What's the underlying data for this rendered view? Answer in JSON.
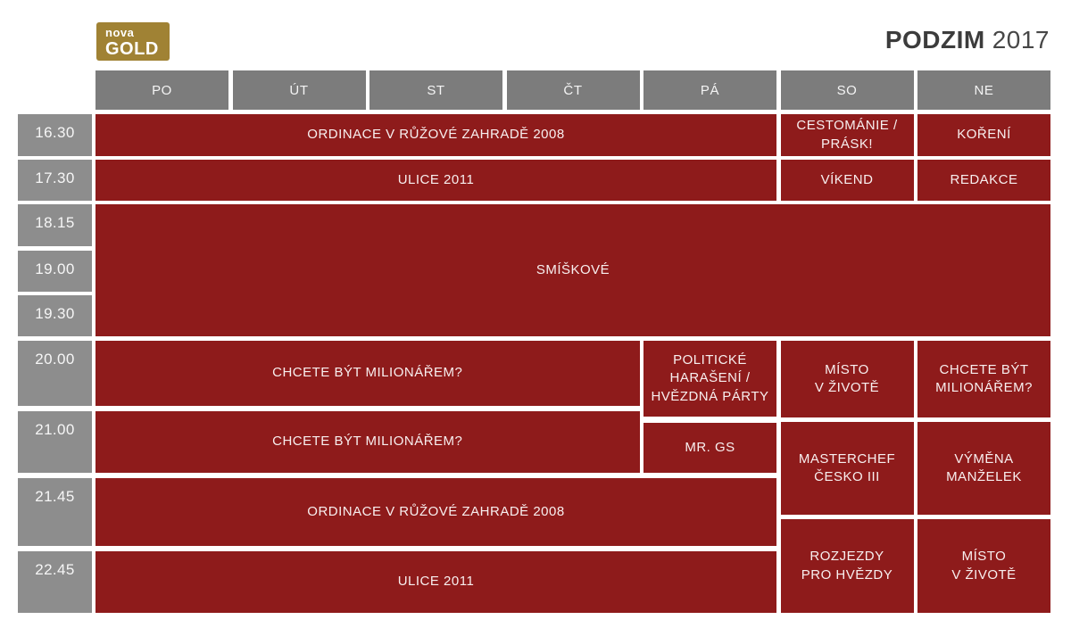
{
  "brand": {
    "logo_line1": "nova",
    "logo_line2": "GOLD"
  },
  "title": {
    "season": "PODZIM",
    "year": "2017"
  },
  "colors": {
    "cell_red": "#8e1b1b",
    "day_gray": "#7c7c7c",
    "time_gray": "#8d8d8d",
    "logo_gold": "#a08234",
    "title_dark": "#3c3c3c"
  },
  "days": [
    "PO",
    "ÚT",
    "ST",
    "ČT",
    "PÁ",
    "SO",
    "NE"
  ],
  "times": [
    "16.30",
    "17.30",
    "18.15",
    "19.00",
    "19.30",
    "20.00",
    "21.00",
    "21.45",
    "22.45"
  ],
  "programs": [
    {
      "time": "16.30",
      "days": "PO–PÁ",
      "title": "ORDINACE V RŮŽOVÉ ZAHRADĚ 2008",
      "col": 0,
      "span": 5,
      "band": "r1630"
    },
    {
      "time": "16.30",
      "days": "SO",
      "title": "CESTOMÁNIE /\nPRÁSK!",
      "col": 5,
      "span": 1,
      "band": "r1630"
    },
    {
      "time": "16.30",
      "days": "NE",
      "title": "KOŘENÍ",
      "col": 6,
      "span": 1,
      "band": "r1630"
    },
    {
      "time": "17.30",
      "days": "PO–PÁ",
      "title": "ULICE 2011",
      "col": 0,
      "span": 5,
      "band": "r1730"
    },
    {
      "time": "17.30",
      "days": "SO",
      "title": "VÍKEND",
      "col": 5,
      "span": 1,
      "band": "r1730"
    },
    {
      "time": "17.30",
      "days": "NE",
      "title": "REDAKCE",
      "col": 6,
      "span": 1,
      "band": "r1730"
    },
    {
      "time": "18.15–19.30",
      "days": "PO–NE",
      "title": "SMÍŠKOVÉ",
      "col": 0,
      "span": 7,
      "band": "rPrime"
    },
    {
      "time": "20.00",
      "days": "PO–ČT",
      "title": "CHCETE BÝT MILIONÁŘEM?",
      "col": 0,
      "span": 4,
      "band": "r2000"
    },
    {
      "time": "20.00",
      "days": "PÁ",
      "title": "POLITICKÉ\nHARAŠENÍ /\nHVĚZDNÁ PÁRTY",
      "col": 4,
      "span": 1,
      "band": "r2000pa"
    },
    {
      "time": "20.00",
      "days": "SO",
      "title": "MÍSTO\nV ŽIVOTĚ",
      "col": 5,
      "span": 1,
      "band": "rWe1"
    },
    {
      "time": "20.00",
      "days": "NE",
      "title": "CHCETE BÝT\nMILIONÁŘEM?",
      "col": 6,
      "span": 1,
      "band": "rWe1"
    },
    {
      "time": "21.00",
      "days": "PO–ČT",
      "title": "CHCETE BÝT MILIONÁŘEM?",
      "col": 0,
      "span": 4,
      "band": "r2100"
    },
    {
      "time": "21.00",
      "days": "PÁ",
      "title": "MR. GS",
      "col": 4,
      "span": 1,
      "band": "rMrGs"
    },
    {
      "time": "21.00",
      "days": "SO",
      "title": "MASTERCHEF\nČESKO III",
      "col": 5,
      "span": 1,
      "band": "rWe2"
    },
    {
      "time": "21.00",
      "days": "NE",
      "title": "VÝMĚNA\nMANŽELEK",
      "col": 6,
      "span": 1,
      "band": "rWe2"
    },
    {
      "time": "21.45",
      "days": "PO–PÁ",
      "title": "ORDINACE V RŮŽOVÉ ZAHRADĚ 2008",
      "col": 0,
      "span": 5,
      "band": "r2145"
    },
    {
      "time": "22.45",
      "days": "PO–PÁ",
      "title": "ULICE 2011",
      "col": 0,
      "span": 5,
      "band": "r2245"
    },
    {
      "time": "22.45",
      "days": "SO",
      "title": "ROZJEZDY\nPRO HVĚZDY",
      "col": 5,
      "span": 1,
      "band": "rWe3"
    },
    {
      "time": "22.45",
      "days": "NE",
      "title": "MÍSTO\nV ŽIVOTĚ",
      "col": 6,
      "span": 1,
      "band": "rWe3"
    }
  ]
}
